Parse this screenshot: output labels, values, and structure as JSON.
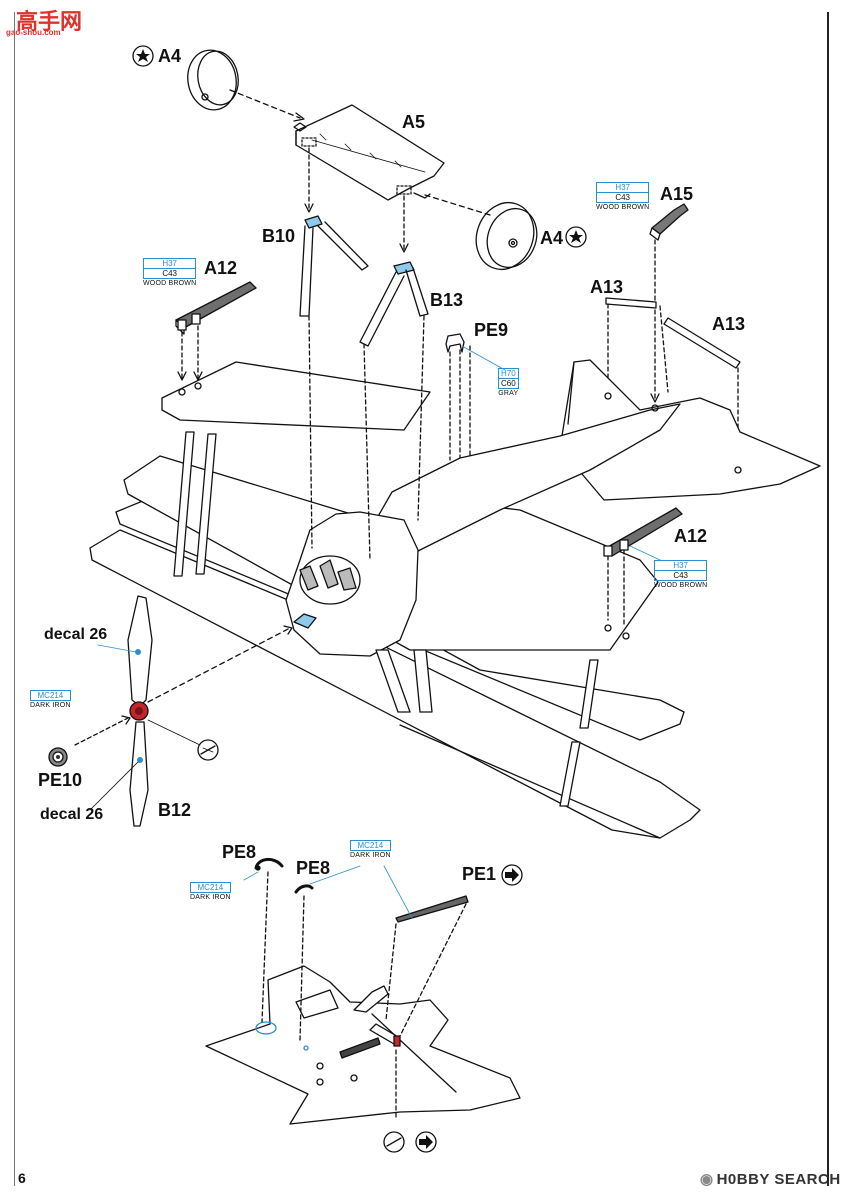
{
  "watermark": {
    "brand": "高手网",
    "brand_sub": "gao-shou.com"
  },
  "page_number": "6",
  "footer_brand": "H0BBY SEARCH",
  "parts": {
    "a4_top": "A4",
    "a5": "A5",
    "a4_right": "A4",
    "a15": "A15",
    "b10": "B10",
    "a12_left": "A12",
    "a13_top": "A13",
    "a13_right": "A13",
    "b13": "B13",
    "pe9": "PE9",
    "a12_right": "A12",
    "decal_top": "decal 26",
    "pe10": "PE10",
    "decal_bottom": "decal 26",
    "b12": "B12",
    "pe8_left": "PE8",
    "pe8_mid": "PE8",
    "pe1": "PE1"
  },
  "callouts": {
    "a15": {
      "code1": "H37",
      "code2": "C43",
      "name": "WOOD BROWN"
    },
    "a12_left": {
      "code1": "H37",
      "code2": "C43",
      "name": "WOOD BROWN"
    },
    "pe9": {
      "code1": "H70",
      "code2": "C60",
      "name": "GRAY"
    },
    "a12_right": {
      "code1": "H37",
      "code2": "C43",
      "name": "WOOD BROWN"
    },
    "propeller": {
      "code1": "MC214",
      "name": "DARK IRON"
    },
    "pe8_left": {
      "code1": "MC214",
      "name": "DARK IRON"
    },
    "pe1": {
      "code1": "MC214",
      "name": "DARK IRON"
    }
  },
  "colors": {
    "paint_code": "#2a8fd0",
    "accent_red": "#c4242b",
    "line": "#111111"
  }
}
